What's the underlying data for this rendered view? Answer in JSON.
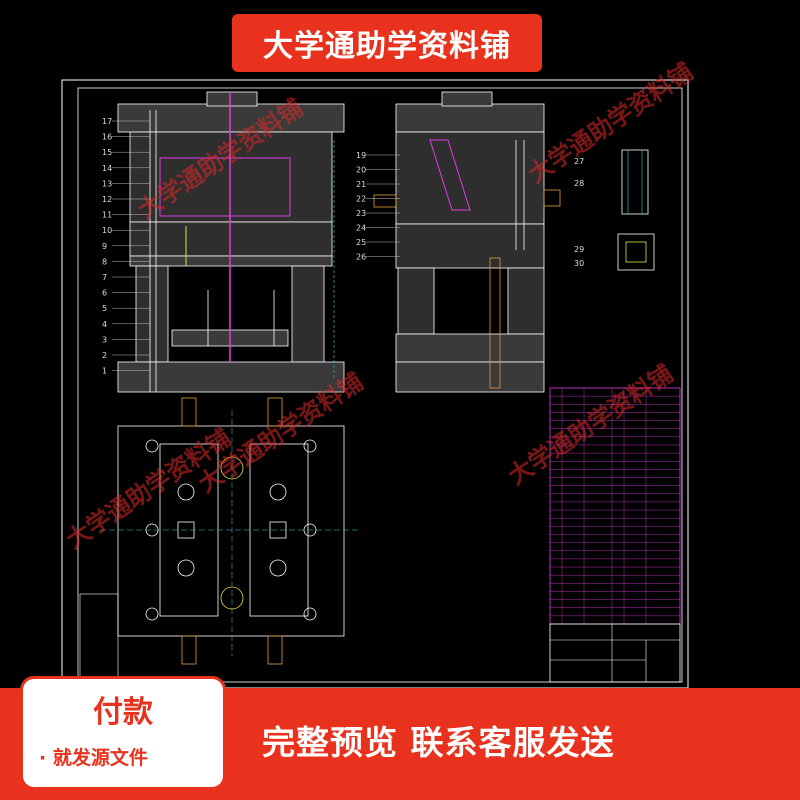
{
  "banner": {
    "text": "大学通助学资料铺"
  },
  "watermarks": [
    "大学通助学资料铺",
    "大学通助学资料铺",
    "大学通助学资料铺",
    "大学通助学资料铺",
    "大学通助学资料铺"
  ],
  "pay_box": {
    "title": "付款",
    "subtitle": "· 就发源文件"
  },
  "promo": {
    "text": "完整预览  联系客服发送"
  },
  "colors": {
    "accent": "#e8321e",
    "drawing_bg": "#000000",
    "hatch": "#5a5a5a",
    "magenta": "#e03ce0",
    "cyan": "#3ad0e0",
    "yellow": "#e0e040"
  },
  "drawing": {
    "left_part_numbers": [
      "17",
      "16",
      "15",
      "14",
      "13",
      "12",
      "11",
      "10",
      "9",
      "8",
      "7",
      "6",
      "5",
      "4",
      "3",
      "2",
      "1"
    ],
    "right_part_numbers_left": [
      "19",
      "20",
      "21",
      "22",
      "23",
      "24",
      "25",
      "26"
    ],
    "right_part_numbers_right": [
      "27",
      "28",
      "29",
      "30"
    ],
    "bom_rows": 28
  }
}
